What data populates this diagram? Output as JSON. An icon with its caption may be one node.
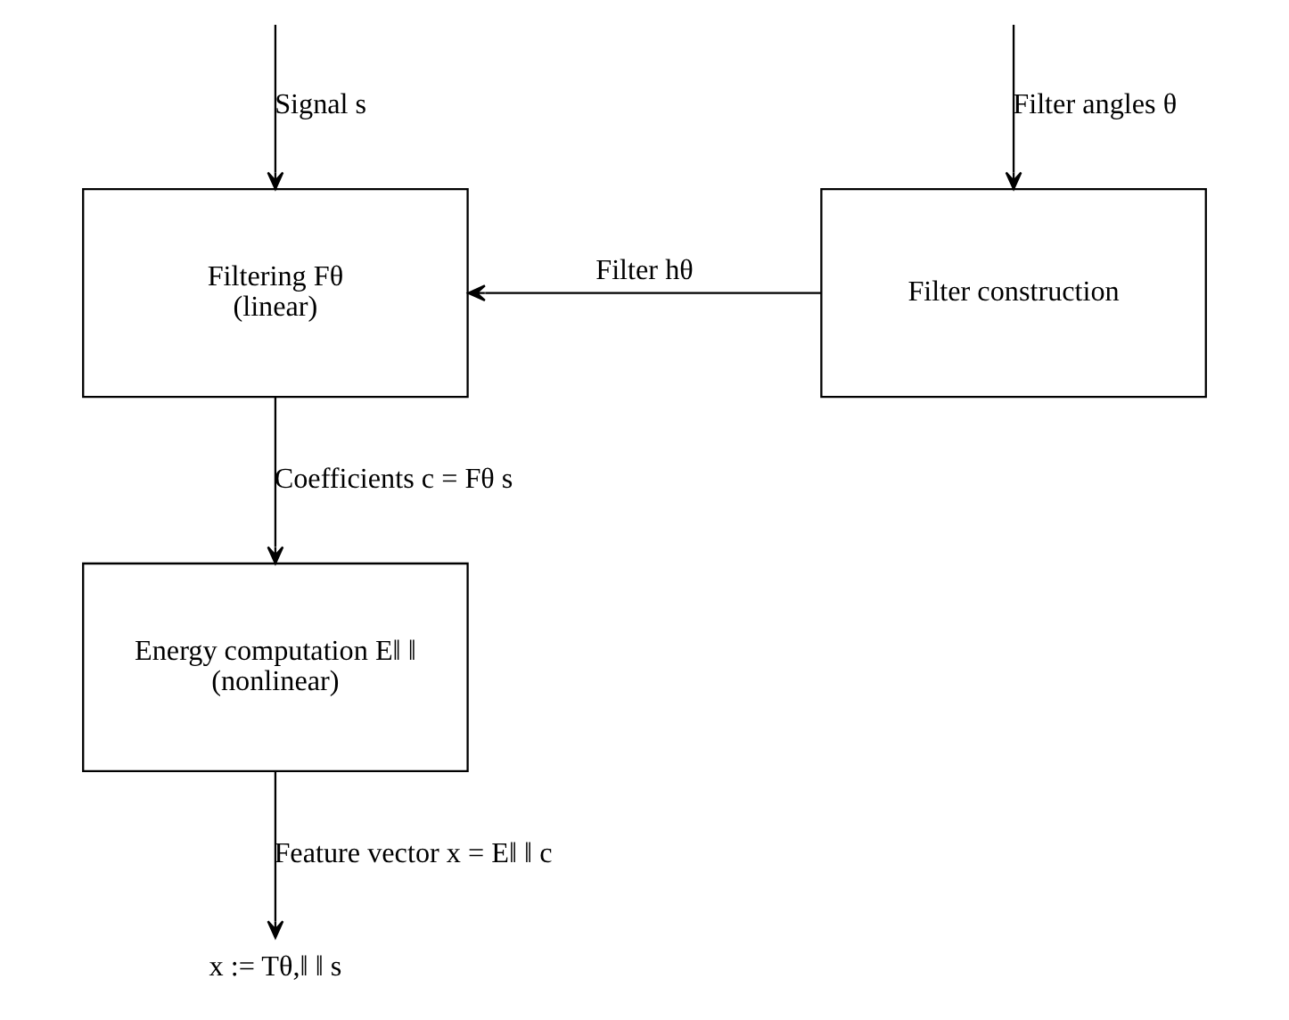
{
  "diagram": {
    "nodes": [
      {
        "text": [
          "Filtering Fθ",
          "(linear)"
        ]
      },
      {
        "text": [
          "Filter construction"
        ]
      },
      {
        "text": [
          "Energy computation E‖ ‖",
          "(nonlinear)"
        ]
      },
      {
        "text": [
          "x := Tθ,‖ ‖ s"
        ]
      }
    ],
    "edges": [
      {
        "from": null,
        "to": 0,
        "arrow": "to",
        "label": "Signal s"
      },
      {
        "from": null,
        "to": 1,
        "arrow": "to",
        "label": "Filter angles θ"
      },
      {
        "from": 1,
        "to": 0,
        "arrow": "to",
        "label": "Filter hθ"
      },
      {
        "from": 0,
        "to": 2,
        "arrow": "to",
        "label": "Coefficients c = Fθ s"
      },
      {
        "from": 2,
        "to": 3,
        "arrow": "to",
        "label": "Feature vector x = E‖ ‖ c"
      }
    ]
  }
}
